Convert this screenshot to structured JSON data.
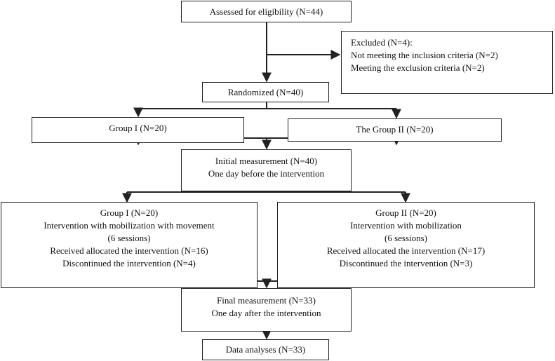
{
  "boxes": {
    "eligibility": {
      "lines": [
        "Assessed for eligibility (N=44)"
      ]
    },
    "excluded": {
      "lines": [
        "Excluded (N=4):",
        "Not meeting the inclusion criteria (N=2)",
        "Meeting the exclusion criteria (N=2)"
      ]
    },
    "randomized": {
      "lines": [
        "Randomized (N=40)"
      ]
    },
    "group1_alloc": {
      "lines": [
        "Group I (N=20)"
      ]
    },
    "group2_alloc": {
      "lines": [
        "The Group II (N=20)"
      ]
    },
    "initial": {
      "lines": [
        "Initial measurement (N=40)",
        "One day before the intervention"
      ]
    },
    "group1_detail": {
      "lines": [
        "Group I (N=20)",
        "Intervention with mobilization with movement",
        "(6 sessions)",
        "Received allocated the intervention (N=16)",
        "Discontinued the intervention (N=4)"
      ]
    },
    "group2_detail": {
      "lines": [
        "Group II (N=20)",
        "Intervention with mobilization",
        "(6 sessions)",
        "Received allocated the intervention (N=17)",
        "Discontinued the intervention (N=3)"
      ]
    },
    "final": {
      "lines": [
        "Final measurement (N=33)",
        "One day after the intervention"
      ]
    },
    "analysis": {
      "lines": [
        "Data analyses (N=33)"
      ]
    }
  },
  "colors": {
    "line": "#222222",
    "box_border": "#222222"
  }
}
